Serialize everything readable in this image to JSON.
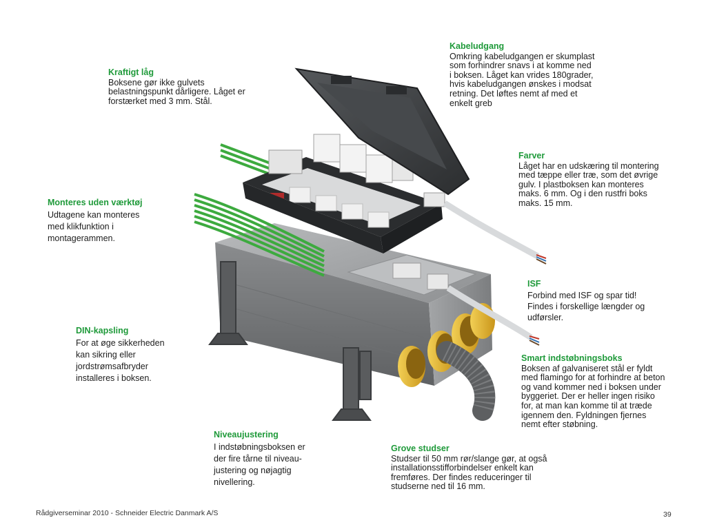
{
  "callouts": {
    "kabeludgang": {
      "title": "Kabeludgang",
      "body": "Omkring kabeludgangen er skumplast\nsom forhindrer snavs i at komme ned\ni boksen. Låget kan vrides 180grader,\nhvis kabeludgangen ønskes i modsat\nretning. Det løftes nemt af med et\nenkelt greb"
    },
    "kraftigt_laag": {
      "title": "Kraftigt låg",
      "body": "Boksene gør ikke gulvets\nbelastningspunkt dårligere. Låget er\nforstærket med 3 mm. Stål."
    },
    "farver": {
      "title": "Farver",
      "body": "Låget har en udskæring til montering\nmed tæppe eller træ, som det øvrige\ngulv. I plastboksen kan monteres\nmaks. 6 mm. Og i den rustfri boks\nmaks. 15 mm."
    },
    "monteres": {
      "title": "Monteres uden værktøj",
      "body": "Udtagene kan monteres\nmed klikfunktion i\nmontagerammen."
    },
    "isf": {
      "title": "ISF",
      "body": "Forbind med ISF og spar tid!\nFindes i forskellige længder og\nudførsler."
    },
    "din": {
      "title": "DIN-kapsling",
      "body": "For at øge sikkerheden\nkan sikring eller\njordstrømsafbryder\ninstalleres i boksen."
    },
    "smart": {
      "title": "Smart indstøbningsboks",
      "body": "Boksen af galvaniseret stål er fyldt\nmed flamingo for at forhindre at beton\nog vand kommer ned i boksen under\nbyggeriet. Der er heller ingen risiko\nfor, at man kan komme til at træde\nigennem den. Fyldningen fjernes\nnemt efter støbning."
    },
    "niveau": {
      "title": "Niveaujustering",
      "body": "I indstøbningsboksen er\nder fire tårne til niveau-\njustering og nøjagtig\nnivellering."
    },
    "grove": {
      "title": "Grove studser",
      "body": "Studser til 50 mm rør/slange gør, at også\ninstallationsstifforbindelser enkelt kan\nfremføres. Der findes reduceringer til\nstudserne ned til 16 mm."
    }
  },
  "footer": {
    "left": "Rådgiverseminar 2010 - Schneider Electric Danmark A/S",
    "page": "39"
  },
  "colors": {
    "title_green": "#1f9a3a",
    "box_steel": "#9a9c9e",
    "lid_dark": "#3a3d40",
    "tube_yellow": "#e0b12a",
    "cable_green": "#3daa3f",
    "hose_gray": "#5d5f61"
  }
}
